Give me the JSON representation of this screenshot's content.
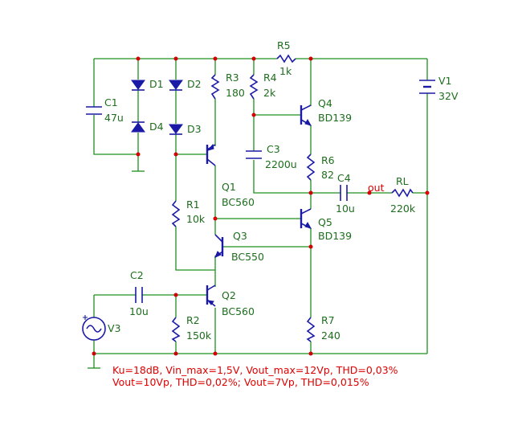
{
  "components": {
    "C1": {
      "ref": "C1",
      "value": "47u"
    },
    "D1": {
      "ref": "D1"
    },
    "D2": {
      "ref": "D2"
    },
    "D3": {
      "ref": "D3"
    },
    "D4": {
      "ref": "D4"
    },
    "R3": {
      "ref": "R3",
      "value": "180"
    },
    "R4": {
      "ref": "R4",
      "value": "2k"
    },
    "R5": {
      "ref": "R5",
      "value": "1k"
    },
    "V1": {
      "ref": "V1",
      "value": "32V"
    },
    "Q4": {
      "ref": "Q4",
      "value": "BD139"
    },
    "C3": {
      "ref": "C3",
      "value": "2200u"
    },
    "R6": {
      "ref": "R6",
      "value": "82"
    },
    "C4": {
      "ref": "C4",
      "value": "10u"
    },
    "RL": {
      "ref": "RL",
      "value": "220k"
    },
    "Q1": {
      "ref": "Q1",
      "value": "BC560"
    },
    "R1": {
      "ref": "R1",
      "value": "10k"
    },
    "Q5": {
      "ref": "Q5",
      "value": "BD139"
    },
    "Q3": {
      "ref": "Q3",
      "value": "BC550"
    },
    "C2": {
      "ref": "C2",
      "value": "10u"
    },
    "Q2": {
      "ref": "Q2",
      "value": "BC560"
    },
    "R2": {
      "ref": "R2",
      "value": "150k"
    },
    "R7": {
      "ref": "R7",
      "value": "240"
    },
    "V3": {
      "ref": "V3"
    }
  },
  "net_label_out": "out",
  "notes": {
    "line1": "Ku=18dB, Vin_max=1,5V, Vout_max=12Vp, THD=0,03%",
    "line2": "Vout=10Vp, THD=0,02%; Vout=7Vp, THD=0,015%"
  },
  "colors": {
    "wire": "#1e8f1e",
    "device": "#1a1aa6",
    "label": "#1d6e1d",
    "junction": "#d40000",
    "annotation": "#e00000"
  }
}
